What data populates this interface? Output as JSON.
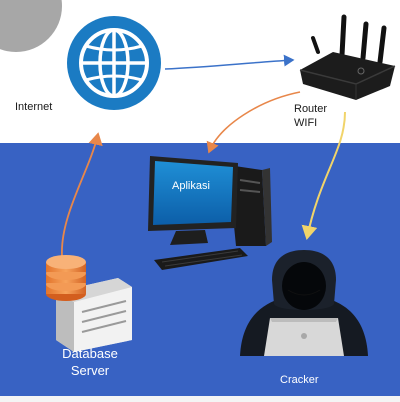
{
  "labels": {
    "internet": "Internet",
    "router_line1": "Router",
    "router_line2": "WIFI",
    "aplikasi": "Aplikasi",
    "database_line1": "Database",
    "database_line2": "Server",
    "cracker": "Cracker"
  },
  "colors": {
    "background_bottom": "#3862c3",
    "globe": "#1b7bc3",
    "arrow_internet_router": "#3b72c9",
    "arrow_orange": "#e8874a",
    "arrow_yellow": "#f1d46a"
  },
  "icons": [
    "globe-icon",
    "router-icon",
    "computer-icon",
    "database-server-icon",
    "hacker-icon"
  ]
}
